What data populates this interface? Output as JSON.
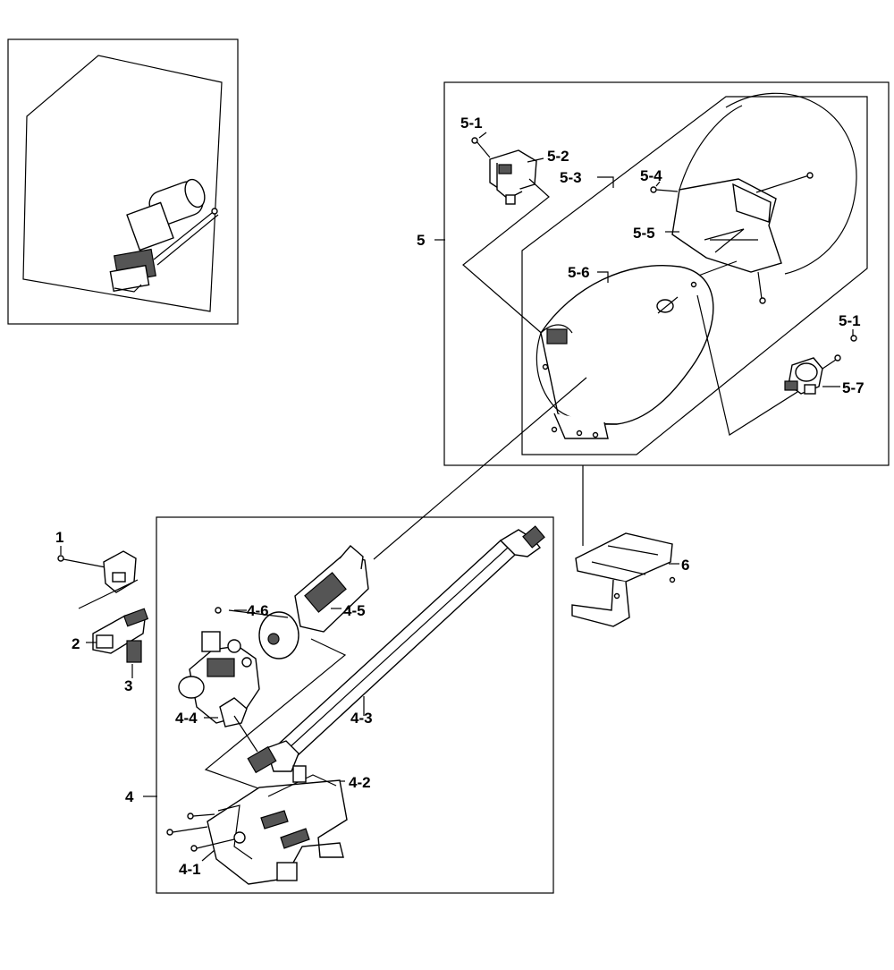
{
  "callouts": {
    "p1": "1",
    "p2": "2",
    "p3": "3",
    "p4": "4",
    "p4_1": "4-1",
    "p4_2": "4-2",
    "p4_3": "4-3",
    "p4_4": "4-4",
    "p4_5": "4-5",
    "p4_6": "4-6",
    "p5": "5",
    "p5_1a": "5-1",
    "p5_1b": "5-1",
    "p5_2": "5-2",
    "p5_3": "5-3",
    "p5_4": "5-4",
    "p5_5": "5-5",
    "p5_6": "5-6",
    "p5_7": "5-7",
    "p6": "6"
  }
}
